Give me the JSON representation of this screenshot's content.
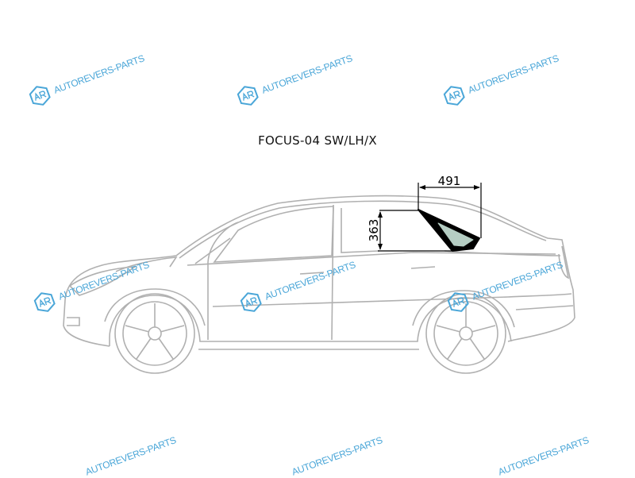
{
  "title": "FOCUS-04 SW/LH/X",
  "dimensions": {
    "width": "491",
    "height": "363"
  },
  "watermark": {
    "text": "AUTOREVERS-PARTS",
    "logo": "AR"
  },
  "colors": {
    "glass_tint": "#b5cdc3",
    "frame": "#000000",
    "outline": "#b0b0b0",
    "watermark": "#4aa6d8"
  }
}
